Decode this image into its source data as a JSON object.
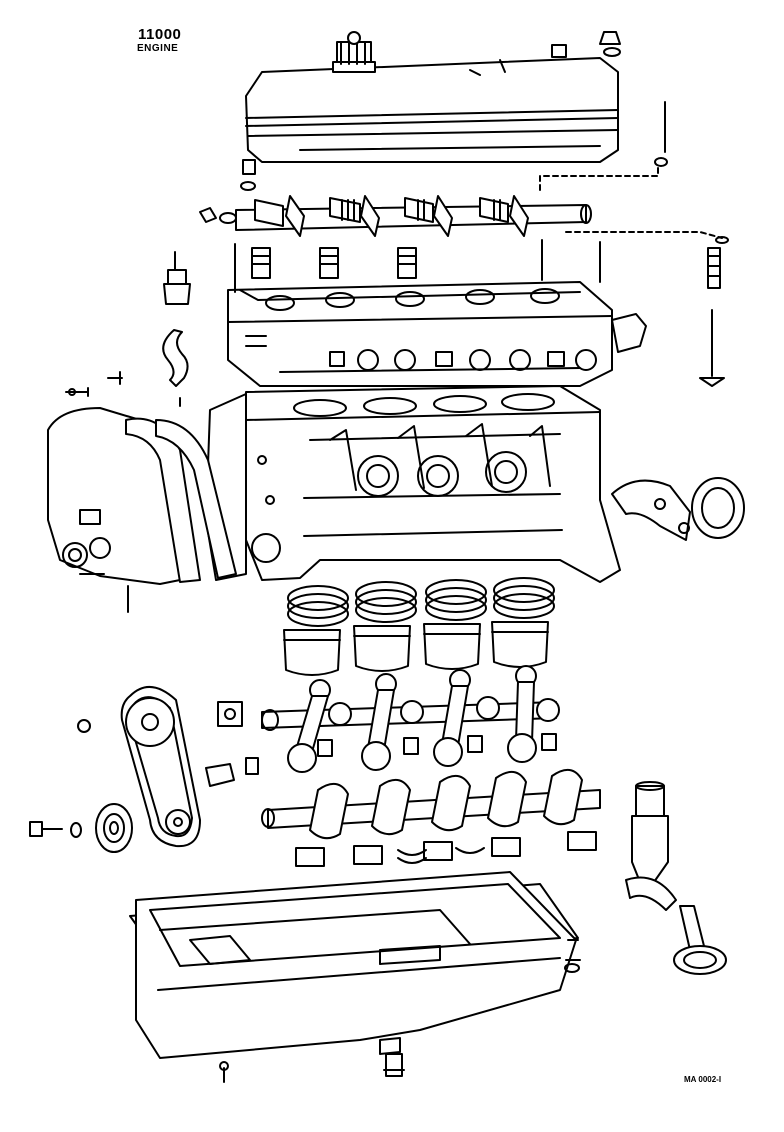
{
  "header": {
    "code": "11000",
    "title": "ENGINE"
  },
  "footer": {
    "reference": "MA 0002-I"
  },
  "colors": {
    "line": "#000000",
    "background": "#ffffff"
  }
}
